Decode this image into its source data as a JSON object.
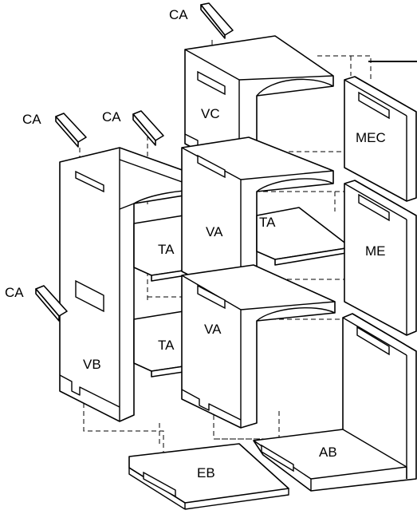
{
  "labels": {
    "ca1": "CA",
    "ca2": "CA",
    "ca3": "CA",
    "ca4": "CA",
    "vc": "VC",
    "mec": "MEC",
    "va_top": "VA",
    "ta_upper": "TA",
    "me": "ME",
    "ta_left_upper": "TA",
    "va_bottom": "VA",
    "ta_left_lower": "TA",
    "vb": "VB",
    "ab": "AB",
    "eb": "EB"
  }
}
